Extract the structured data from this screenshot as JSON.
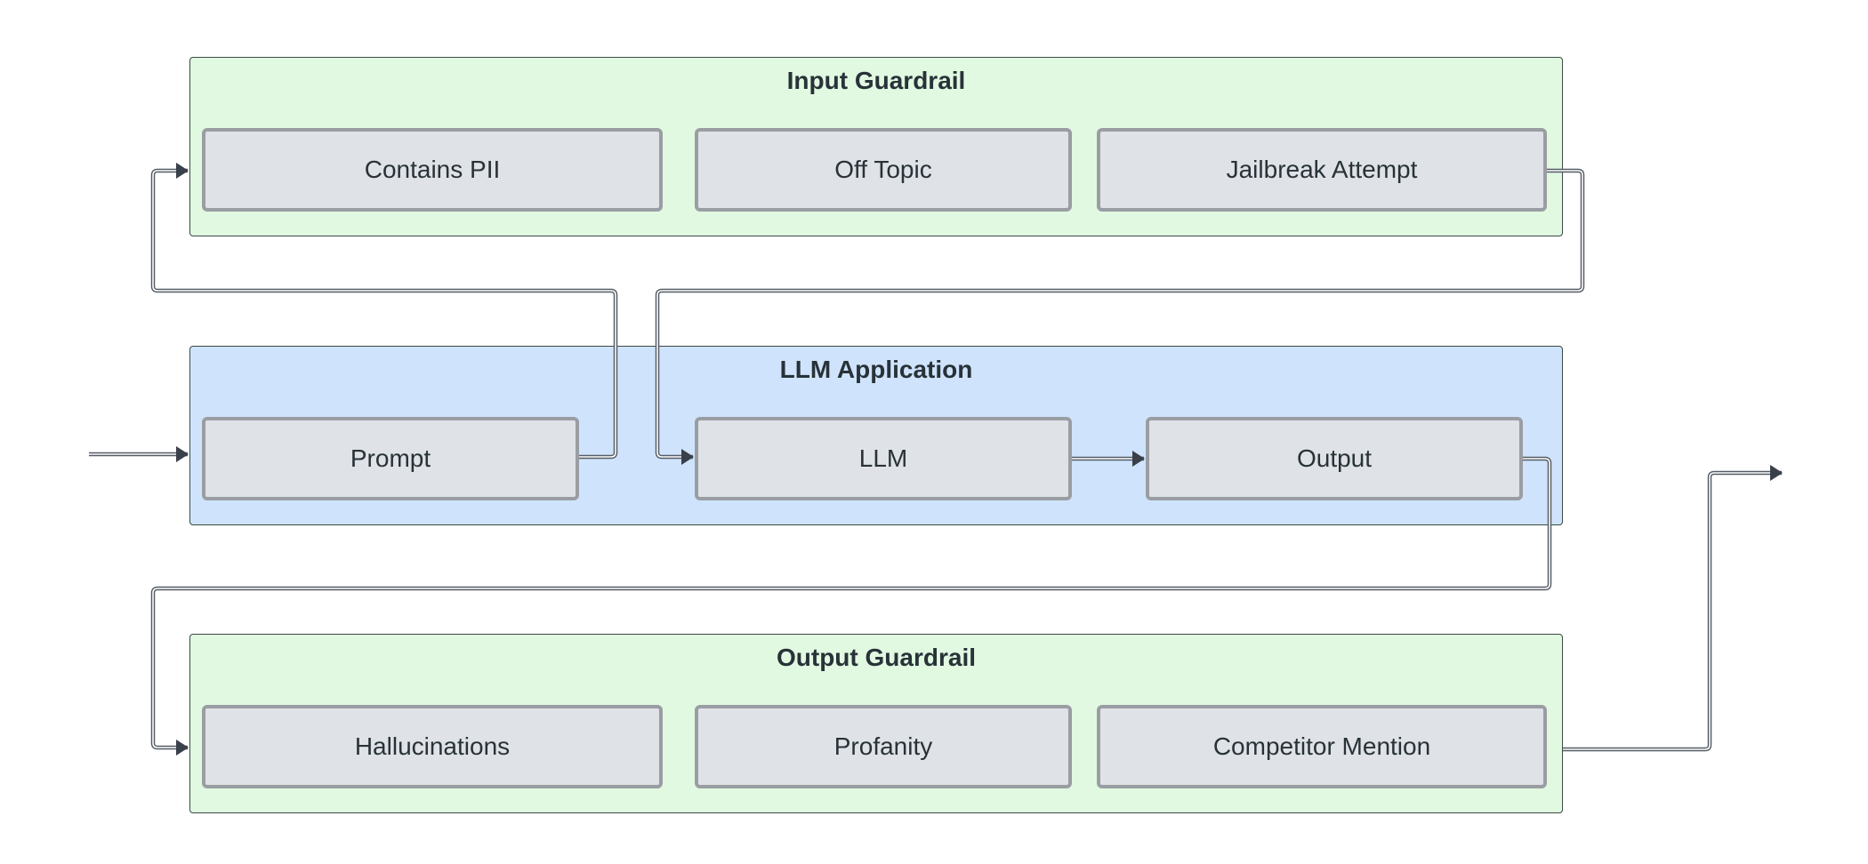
{
  "colors": {
    "guardrail_fill": "#e1f9e1",
    "app_fill": "#cfe4fc",
    "node_fill": "#dfe2e6",
    "node_border": "#9a9ea3",
    "wire": "#545b64",
    "arrow": "#3a404a"
  },
  "groups": {
    "input_guardrail": {
      "title": "Input Guardrail",
      "nodes": [
        "Contains PII",
        "Off Topic",
        "Jailbreak Attempt"
      ]
    },
    "llm_application": {
      "title": "LLM Application",
      "nodes": [
        "Prompt",
        "LLM",
        "Output"
      ]
    },
    "output_guardrail": {
      "title": "Output Guardrail",
      "nodes": [
        "Hallucinations",
        "Profanity",
        "Competitor Mention"
      ]
    }
  }
}
